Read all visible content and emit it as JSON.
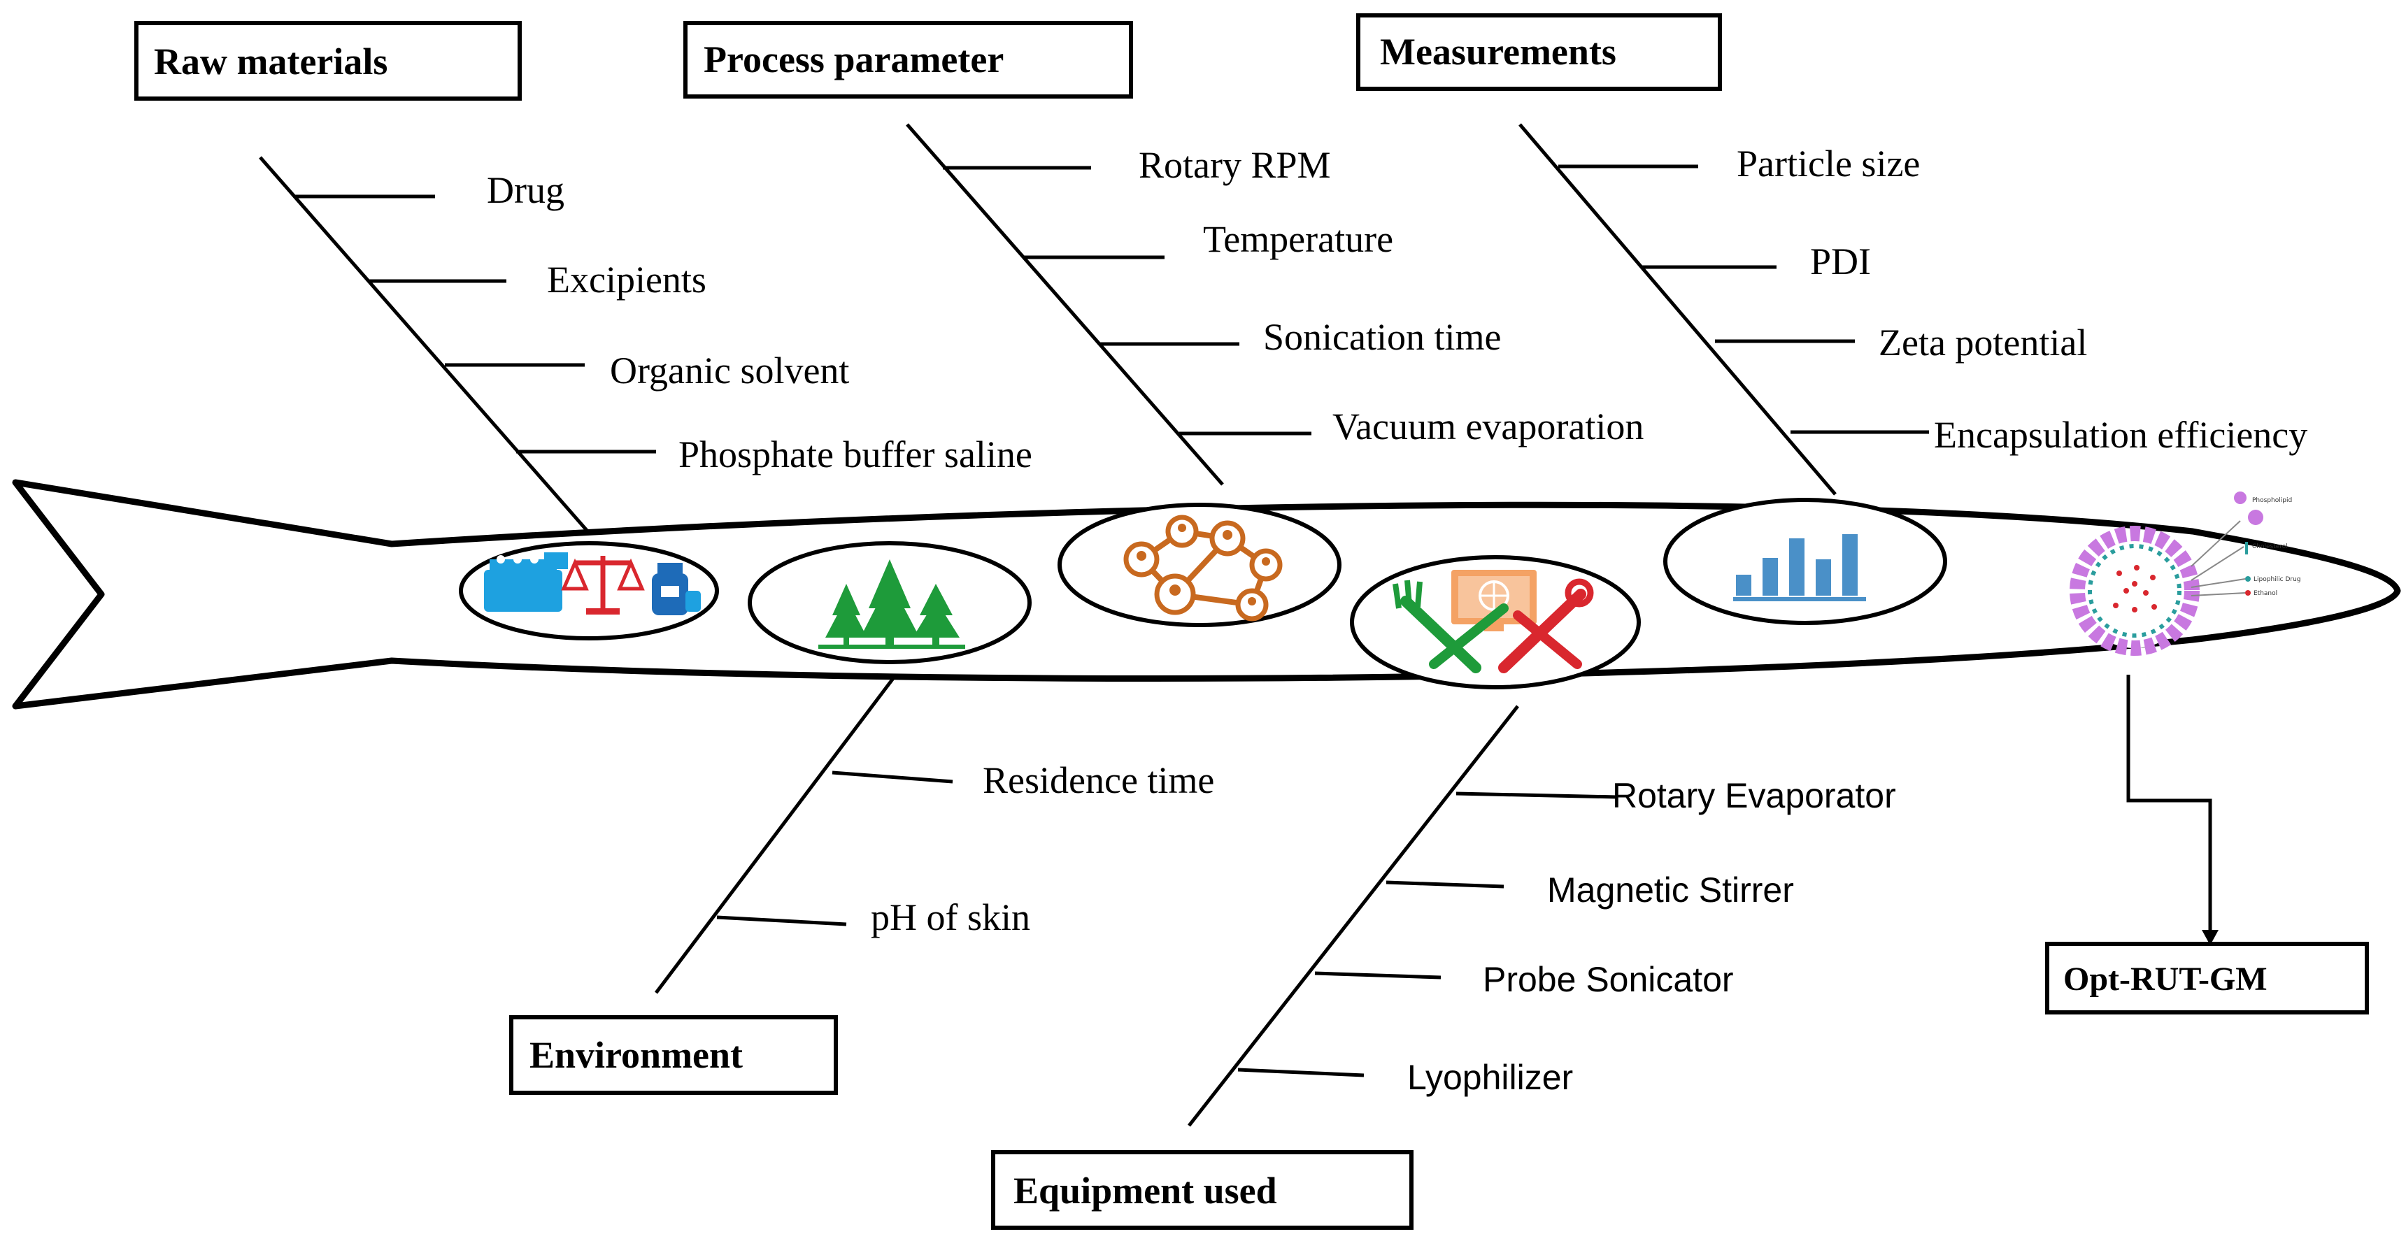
{
  "categories": {
    "raw_materials": {
      "label": "Raw materials",
      "causes": [
        "Drug",
        "Excipients",
        "Organic solvent",
        "Phosphate buffer saline"
      ]
    },
    "process_parameter": {
      "label": "Process parameter",
      "causes": [
        "Rotary RPM",
        "Temperature",
        "Sonication time",
        "Vacuum evaporation"
      ]
    },
    "measurements": {
      "label": "Measurements",
      "causes": [
        "Particle size",
        "PDI",
        "Zeta potential",
        "Encapsulation efficiency"
      ]
    },
    "environment": {
      "label": "Environment",
      "causes": [
        "Residence time",
        "pH of skin"
      ]
    },
    "equipment_used": {
      "label": "Equipment used",
      "causes": [
        "Rotary Evaporator",
        "Magnetic Stirrer",
        "Probe Sonicator",
        "Lyophilizer"
      ]
    }
  },
  "outcome": {
    "label": "Opt-RUT-GM"
  },
  "liposome_legend": [
    "Phospholipid",
    "Cholesterol",
    "Lipophilic Drug",
    "Ethanol"
  ],
  "icons": [
    "raw-materials-icon",
    "trees-icon",
    "network-icon",
    "tools-icon",
    "bar-chart-icon",
    "liposome-icon"
  ],
  "colors": {
    "raw_blue": "#1ea1e0",
    "raw_red": "#d9272e",
    "green": "#1e9b3a",
    "network_orange": "#c8691f",
    "tools_orange": "#f4a264",
    "tools_red": "#d9272e",
    "chart_blue": "#4a90c8",
    "liposome_pink": "#c878e0",
    "liposome_teal": "#2a9d9d"
  }
}
